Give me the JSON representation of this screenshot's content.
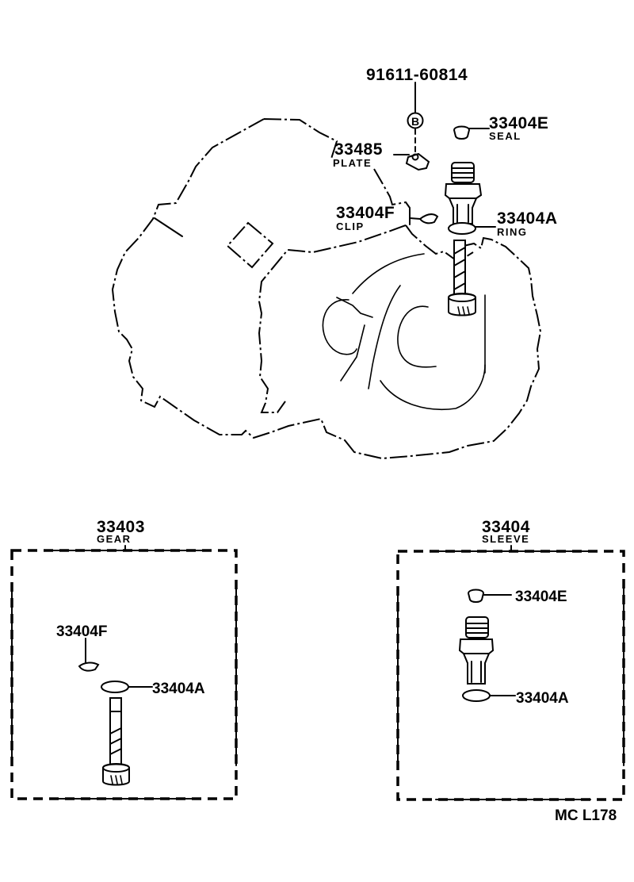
{
  "diagram": {
    "type": "exploded parts diagram",
    "subject": "transmission speedometer drive gear and sleeve",
    "reference_code": "MC L178"
  },
  "main_assembly": {
    "callouts": [
      {
        "part_no": "91611-60814",
        "name": "",
        "symbol": "B"
      },
      {
        "part_no": "33404E",
        "name": "SEAL"
      },
      {
        "part_no": "33485",
        "name": "PLATE"
      },
      {
        "part_no": "33404F",
        "name": "CLIP"
      },
      {
        "part_no": "33404A",
        "name": "RING"
      }
    ]
  },
  "kits": [
    {
      "part_no": "33403",
      "name": "GEAR",
      "contents": [
        {
          "part_no": "33404F"
        },
        {
          "part_no": "33404A"
        }
      ]
    },
    {
      "part_no": "33404",
      "name": "SLEEVE",
      "contents": [
        {
          "part_no": "33404E"
        },
        {
          "part_no": "33404A"
        }
      ]
    }
  ]
}
